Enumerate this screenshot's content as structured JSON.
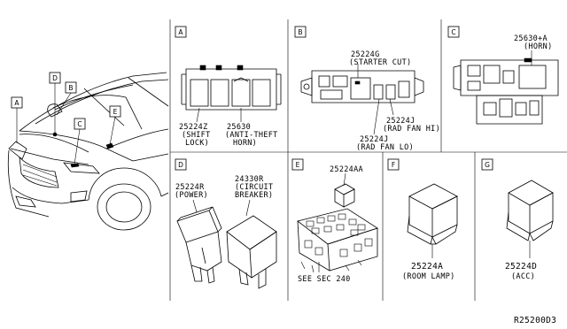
{
  "callout_letters": [
    "A",
    "B",
    "C",
    "D",
    "E",
    "F",
    "G"
  ],
  "panels": {
    "A": {
      "letter": "A",
      "parts": [
        {
          "number": "25224Z",
          "line1": "(SHIFT",
          "line2": "LOCK)"
        },
        {
          "number": "25630",
          "line1": "(ANTI-THEFT",
          "line2": "HORN)"
        }
      ]
    },
    "B": {
      "letter": "B",
      "parts": [
        {
          "number": "25224G",
          "line1": "(STARTER CUT)"
        },
        {
          "number": "25224J",
          "line1": "(RAD FAN HI)"
        },
        {
          "number": "25224J",
          "line1": "(RAD FAN LO)"
        }
      ]
    },
    "C": {
      "letter": "C",
      "parts": [
        {
          "number": "25630+A",
          "line1": "(HORN)"
        }
      ]
    },
    "D": {
      "letter": "D",
      "parts": [
        {
          "number": "25224R",
          "line1": "(POWER)"
        },
        {
          "number": "24330R",
          "line1": "(CIRCUIT",
          "line2": "BREAKER)"
        }
      ]
    },
    "E": {
      "letter": "E",
      "parts": [
        {
          "number": "25224AA"
        }
      ],
      "see_sec": "SEE SEC 240"
    },
    "F": {
      "letter": "F",
      "parts": [
        {
          "number": "25224A",
          "line1": "(ROOM LAMP)"
        }
      ]
    },
    "G": {
      "letter": "G",
      "parts": [
        {
          "number": "25224D",
          "line1": "(ACC)"
        }
      ]
    }
  },
  "diagram_code": "R25200D3"
}
